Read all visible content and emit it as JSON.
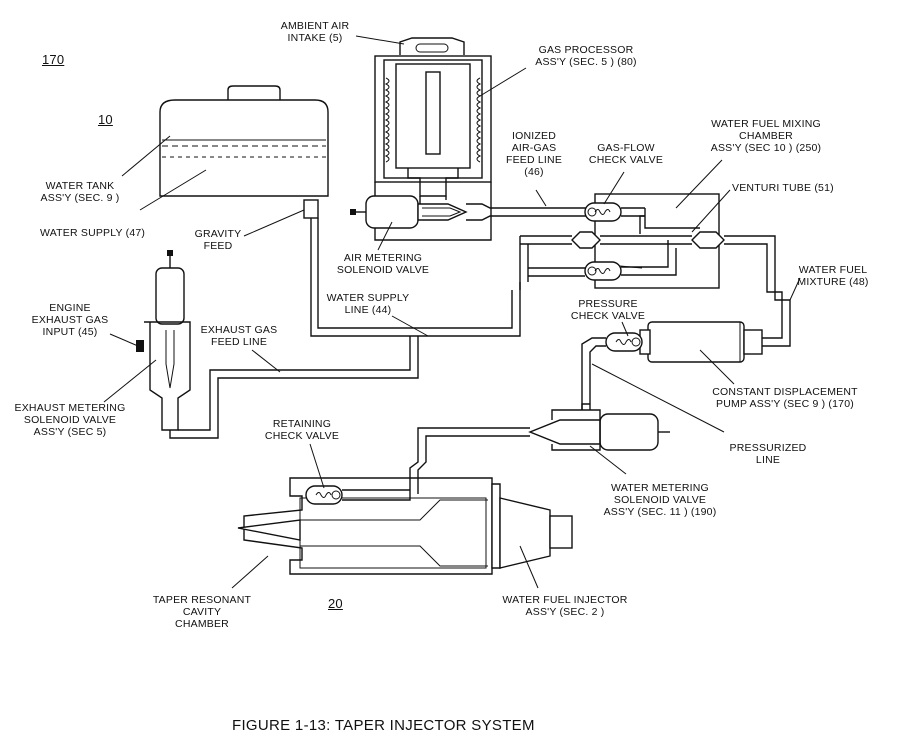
{
  "caption": "FIGURE 1-13:  TAPER INJECTOR SYSTEM",
  "refs": {
    "r170": "170",
    "r10": "10",
    "r20": "20"
  },
  "labels": {
    "ambient_air_1": "AMBIENT AIR",
    "ambient_air_2": "INTAKE (5)",
    "gas_proc_1": "GAS PROCESSOR",
    "gas_proc_2": "ASS'Y (SEC. 5 ) (80)",
    "water_tank_1": "WATER TANK",
    "water_tank_2": "ASS'Y (SEC. 9 )",
    "water_supply": "WATER SUPPLY (47)",
    "gravity_1": "GRAVITY",
    "gravity_2": "FEED",
    "ionized_1": "IONIZED",
    "ionized_2": "AIR-GAS",
    "ionized_3": "FEED LINE",
    "ionized_4": "(46)",
    "gasflow_1": "GAS-FLOW",
    "gasflow_2": "CHECK VALVE",
    "mixing_1": "WATER FUEL MIXING",
    "mixing_2": "CHAMBER",
    "mixing_3": "ASS'Y (SEC 10 ) (250)",
    "venturi": "VENTURI TUBE  (51)",
    "air_meter_1": "AIR METERING",
    "air_meter_2": "SOLENOID VALVE",
    "wf_mixture_1": "WATER FUEL",
    "wf_mixture_2": "MIXTURE (48)",
    "engine_1": "ENGINE",
    "engine_2": "EXHAUST GAS",
    "engine_3": "INPUT (45)",
    "wsl_1": "WATER SUPPLY",
    "wsl_2": "LINE (44)",
    "pressure_cv_1": "PRESSURE",
    "pressure_cv_2": "CHECK VALVE",
    "exhaust_feed_1": "EXHAUST GAS",
    "exhaust_feed_2": "FEED LINE",
    "exh_meter_1": "EXHAUST METERING",
    "exh_meter_2": "SOLENOID VALVE",
    "exh_meter_3": "ASS'Y (SEC 5)",
    "cdp_1": "CONSTANT DISPLACEMENT",
    "cdp_2": "PUMP ASS'Y (SEC 9 ) (170)",
    "retaining_1": "RETAINING",
    "retaining_2": "CHECK VALVE",
    "pressurized_1": "PRESSURIZED",
    "pressurized_2": "LINE",
    "water_meter_1": "WATER METERING",
    "water_meter_2": "SOLENOID VALVE",
    "water_meter_3": "ASS'Y (SEC. 11 ) (190)",
    "taper_1": "TAPER RESONANT",
    "taper_2": "CAVITY",
    "taper_3": "CHAMBER",
    "injector_1": "WATER FUEL INJECTOR",
    "injector_2": "ASS'Y (SEC. 2 )"
  }
}
